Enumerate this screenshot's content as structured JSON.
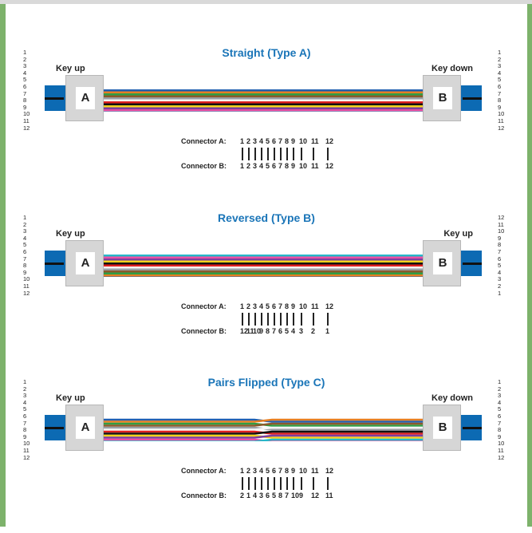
{
  "colors": {
    "title": "#1a75b8",
    "plug": "#0c6ab3",
    "border_green": "#7db26b",
    "wires": [
      "#1f5fb0",
      "#e67e22",
      "#2e9e44",
      "#8b5a2b",
      "#9aa0a6",
      "#f5f5f5",
      "#e02020",
      "#111111",
      "#f2d21b",
      "#7b3fa0",
      "#ec4fa3",
      "#26b8c9"
    ]
  },
  "panels": [
    {
      "title": "Straight (Type A)",
      "left_key": "Key up",
      "right_key": "Key down",
      "left_letter": "A",
      "right_letter": "B",
      "left_numbers": [
        "1",
        "2",
        "3",
        "4",
        "5",
        "6",
        "7",
        "8",
        "9",
        "10",
        "11",
        "12"
      ],
      "right_numbers": [
        "1",
        "2",
        "3",
        "4",
        "5",
        "6",
        "7",
        "8",
        "9",
        "10",
        "11",
        "12"
      ],
      "label_a": "Connector A:",
      "label_b": "Connector B:",
      "seq_a": [
        "1",
        "2",
        "3",
        "4",
        "5",
        "6",
        "7",
        "8",
        "9",
        "10",
        "11",
        "12"
      ],
      "seq_b": [
        "1",
        "2",
        "3",
        "4",
        "5",
        "6",
        "7",
        "8",
        "9",
        "10",
        "11",
        "12"
      ]
    },
    {
      "title": "Reversed (Type B)",
      "left_key": "Key up",
      "right_key": "Key up",
      "left_letter": "A",
      "right_letter": "B",
      "left_numbers": [
        "1",
        "2",
        "3",
        "4",
        "5",
        "6",
        "7",
        "8",
        "9",
        "10",
        "11",
        "12"
      ],
      "right_numbers": [
        "12",
        "11",
        "10",
        "9",
        "8",
        "7",
        "6",
        "5",
        "4",
        "3",
        "2",
        "1"
      ],
      "label_a": "Connector A:",
      "label_b": "Connector B:",
      "seq_a": [
        "1",
        "2",
        "3",
        "4",
        "5",
        "6",
        "7",
        "8",
        "9",
        "10",
        "11",
        "12"
      ],
      "seq_b": [
        "12",
        "11",
        "10",
        "9",
        "8",
        "7",
        "6",
        "5",
        "4",
        "3",
        "2",
        "1"
      ]
    },
    {
      "title": "Pairs Flipped (Type C)",
      "left_key": "Key up",
      "right_key": "Key down",
      "left_letter": "A",
      "right_letter": "B",
      "left_numbers": [
        "1",
        "2",
        "3",
        "4",
        "5",
        "6",
        "7",
        "8",
        "9",
        "10",
        "11",
        "12"
      ],
      "right_numbers": [
        "1",
        "2",
        "3",
        "4",
        "5",
        "6",
        "7",
        "8",
        "9",
        "10",
        "11",
        "12"
      ],
      "label_a": "Connector A:",
      "label_b": "Connector B:",
      "seq_a": [
        "1",
        "2",
        "3",
        "4",
        "5",
        "6",
        "7",
        "8",
        "9",
        "10",
        "11",
        "12"
      ],
      "seq_b": [
        "2",
        "1",
        "4",
        "3",
        "6",
        "5",
        "8",
        "7",
        "10",
        "9",
        "12",
        "11"
      ]
    }
  ]
}
